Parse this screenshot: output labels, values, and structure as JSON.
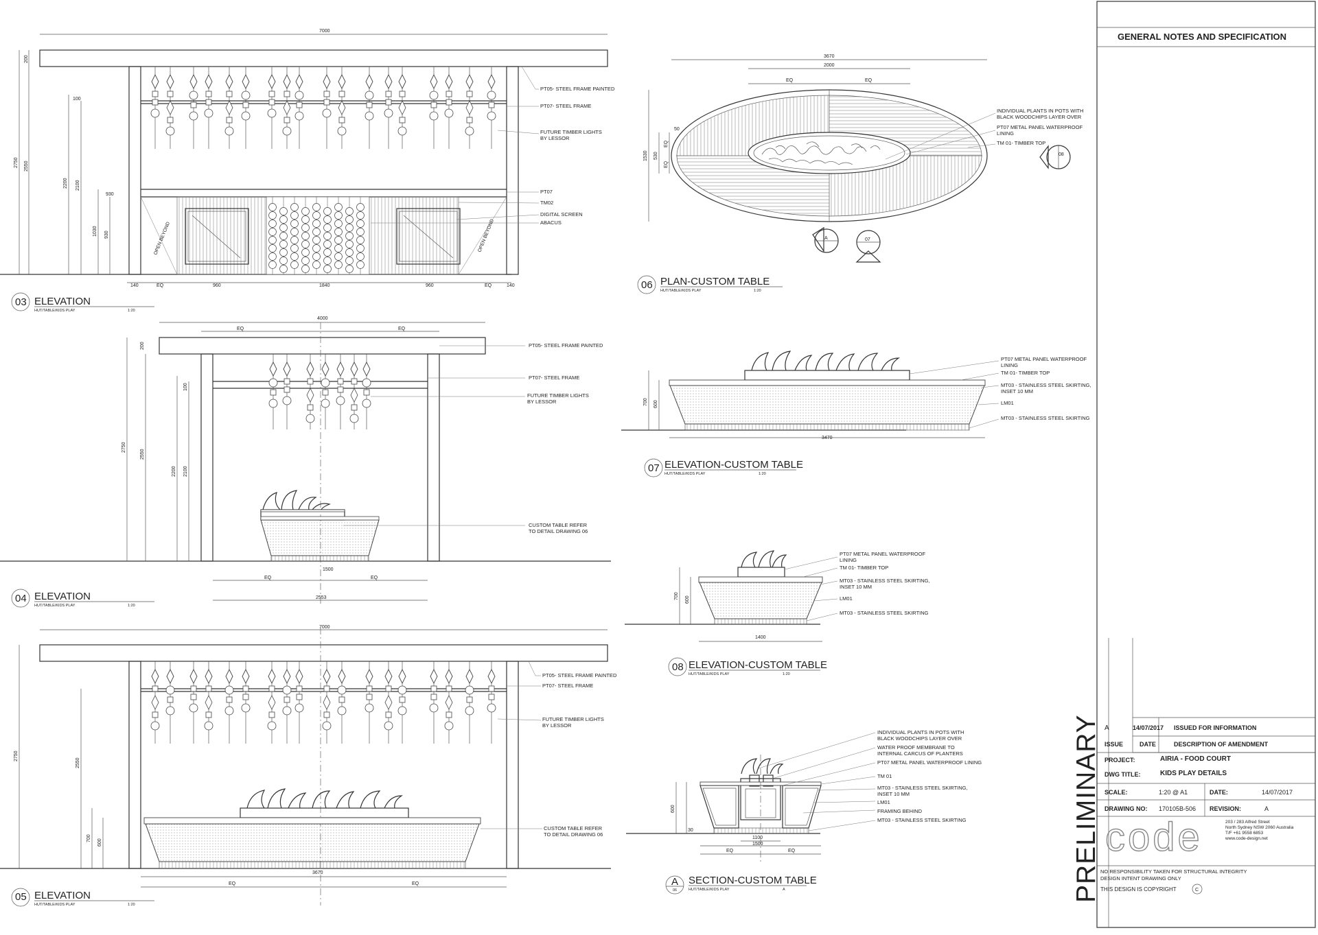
{
  "views": {
    "v03": {
      "num": "03",
      "title": "ELEVATION",
      "sub": "HUT/TABLE/KIDS PLAY",
      "scale": "1:20",
      "notes": [
        "PT05- STEEL FRAME PAINTED",
        "PT07- STEEL FRAME",
        "FUTURE TIMBER LIGHTS",
        "BY LESSOR",
        "PT07",
        "TM02",
        "DIGITAL SCREEN",
        "ABACUS"
      ],
      "dims_v": [
        "200",
        "2750",
        "2550",
        "100",
        "2200",
        "2100",
        "930",
        "1030",
        "930"
      ],
      "dims_h": [
        "7000",
        "140",
        "EQ",
        "960",
        "1840",
        "960",
        "EQ",
        "140"
      ],
      "open": "OPEN BEYOND"
    },
    "v04": {
      "num": "04",
      "title": "ELEVATION",
      "sub": "HUT/TABLE/KIDS PLAY",
      "scale": "1:20",
      "notes": [
        "PT05- STEEL FRAME PAINTED",
        "PT07- STEEL FRAME",
        "FUTURE TIMBER LIGHTS",
        "BY LESSOR",
        "CUSTOM TABLE REFER",
        "TO DETAIL DRAWING 06"
      ],
      "dims_v": [
        "200",
        "2750",
        "2550",
        "100",
        "2200",
        "2100"
      ],
      "dims_h": [
        "4000",
        "EQ",
        "EQ",
        "1500",
        "EQ",
        "EQ",
        "2553"
      ]
    },
    "v05": {
      "num": "05",
      "title": "ELEVATION",
      "sub": "HUT/TABLE/KIDS PLAY",
      "scale": "1:20",
      "notes": [
        "PT05- STEEL FRAME PAINTED",
        "PT07- STEEL FRAME",
        "FUTURE TIMBER LIGHTS",
        "BY LESSOR",
        "CUSTOM TABLE REFER",
        "TO DETAIL DRAWING 06"
      ],
      "dims_v": [
        "2750",
        "2550",
        "700",
        "600"
      ],
      "dims_h": [
        "7000",
        "3670",
        "EQ",
        "EQ"
      ]
    },
    "v06": {
      "num": "06",
      "title": "PLAN-CUSTOM TABLE",
      "sub": "HUT/TABLE/KIDS PLAY",
      "scale": "1:20",
      "notes": [
        "INDIVIDUAL PLANTS IN POTS WITH",
        "BLACK WOODCHIPS LAYER OVER",
        "PT07 METAL PANEL WATERPROOF",
        "LINING",
        "TM 01- TIMBER TOP"
      ],
      "dims_h": [
        "3670",
        "2000",
        "EQ",
        "EQ"
      ],
      "dims_v": [
        "50",
        "1530",
        "530",
        "EQ",
        "EQ"
      ],
      "markers": [
        "A",
        "07",
        "08"
      ]
    },
    "v07": {
      "num": "07",
      "title": "ELEVATION-CUSTOM TABLE",
      "sub": "HUT/TABLE/KIDS PLAY",
      "scale": "1:20",
      "notes": [
        "PT07 METAL PANEL WATERPROOF",
        "LINING",
        "TM 01- TIMBER TOP",
        "MT03 - STAINLESS STEEL SKIRTING,",
        "INSET 10 MM",
        "LM01",
        "MT03 - STAINLESS STEEL SKIRTING"
      ],
      "dims_v": [
        "700",
        "600"
      ],
      "dims_h": [
        "3470"
      ]
    },
    "v08": {
      "num": "08",
      "title": "ELEVATION-CUSTOM TABLE",
      "sub": "HUT/TABLE/KIDS PLAY",
      "scale": "1:20",
      "notes": [
        "PT07 METAL PANEL WATERPROOF",
        "LINING",
        "TM 01- TIMBER TOP",
        "MT03 - STAINLESS STEEL SKIRTING,",
        "INSET 10 MM",
        "LM01",
        "MT03 - STAINLESS STEEL SKIRTING"
      ],
      "dims_v": [
        "700",
        "600"
      ],
      "dims_h": [
        "1400"
      ]
    },
    "vA": {
      "num": "A",
      "numsub": "06",
      "title": "SECTION-CUSTOM TABLE",
      "sub": "HUT/TABLE/KIDS PLAY",
      "scale": "A",
      "notes": [
        "INDIVIDUAL PLANTS IN POTS WITH",
        "BLACK WOODCHIPS LAYER OVER",
        "WATER PROOF MEMBRANE TO",
        "INTERNAL CARCUS OF PLANTERS",
        "PT07 METAL PANEL WATERPROOF LINING",
        "TM 01",
        "MT03 - STAINLESS STEEL SKIRTING,",
        "INSET 10 MM",
        "LM01",
        "FRAMING BEHIND",
        "MT03 - STAINLESS STEEL SKIRTING"
      ],
      "dims_v": [
        "600",
        "30"
      ],
      "dims_h": [
        "1100",
        "1500",
        "EQ",
        "EQ"
      ]
    }
  },
  "titleblock": {
    "heading": "GENERAL NOTES AND SPECIFICATION",
    "stamp": "PRELIMINARY",
    "issue": {
      "rev": "A",
      "date": "14/07/2017",
      "desc": "ISSUED FOR INFORMATION"
    },
    "issue_head": {
      "rev": "ISSUE",
      "date": "DATE",
      "desc": "DESCRIPTION OF AMENDMENT"
    },
    "project_label": "PROJECT:",
    "project": "AIRIA - FOOD COURT",
    "dwgtitle_label": "DWG TITLE:",
    "dwgtitle": "KIDS PLAY DETAILS",
    "scale_label": "SCALE:",
    "scale": "1:20 @ A1",
    "date_label": "DATE:",
    "date": "14/07/2017",
    "drawingno_label": "DRAWING NO:",
    "drawingno": "170105B-506",
    "revision_label": "REVISION:",
    "revision": "A",
    "address": [
      "203 / 283 Alfred Street",
      "North Sydney NSW 2060 Australia",
      "T/F +61 9558 6853",
      "www.code-design.net"
    ],
    "logo": "code",
    "disclaimer": [
      "NO RESPONSIBILITY TAKEN FOR STRUCTURAL INTEGRITY",
      "DESIGN INTENT DRAWING ONLY"
    ],
    "copyright": "THIS DESIGN IS COPYRIGHT",
    "copyright_mark": "C"
  }
}
